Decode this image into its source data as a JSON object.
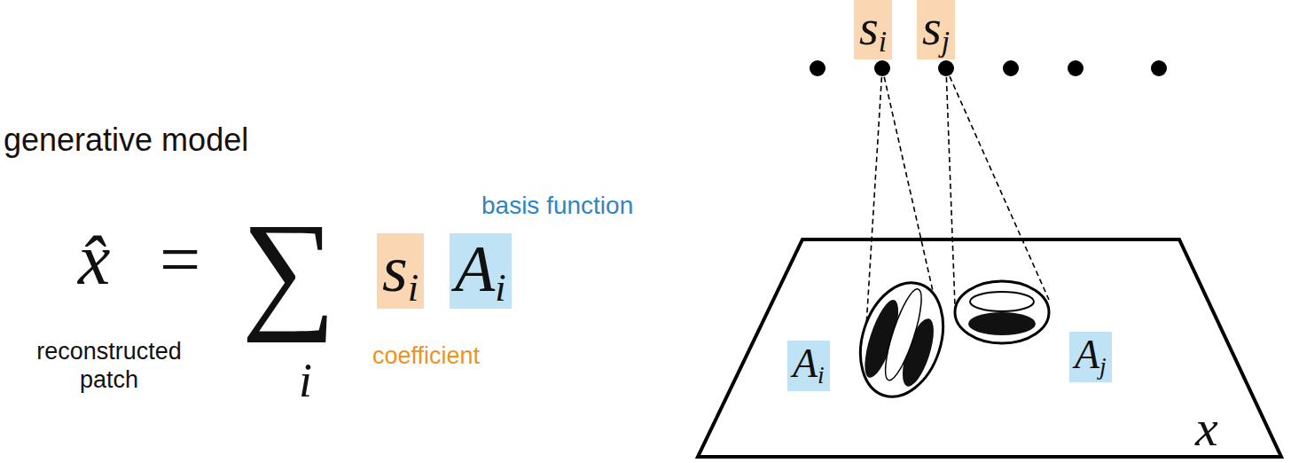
{
  "diagram": {
    "nodes": [
      {
        "text": [
          "si"
        ]
      },
      {
        "text": [
          "Ai"
        ]
      },
      {
        "text": [
          "si"
        ]
      },
      {
        "text": [
          "sj"
        ]
      },
      {
        "text": [
          "x"
        ]
      },
      {
        "text": [
          "Ai"
        ],
        "in": 4
      },
      {
        "text": [
          "Aj"
        ],
        "in": 4
      }
    ],
    "labels": [
      "generative model",
      "x̂",
      "=",
      "∑",
      "i",
      "basis function",
      "reconstructed patch",
      "coefficient"
    ]
  }
}
